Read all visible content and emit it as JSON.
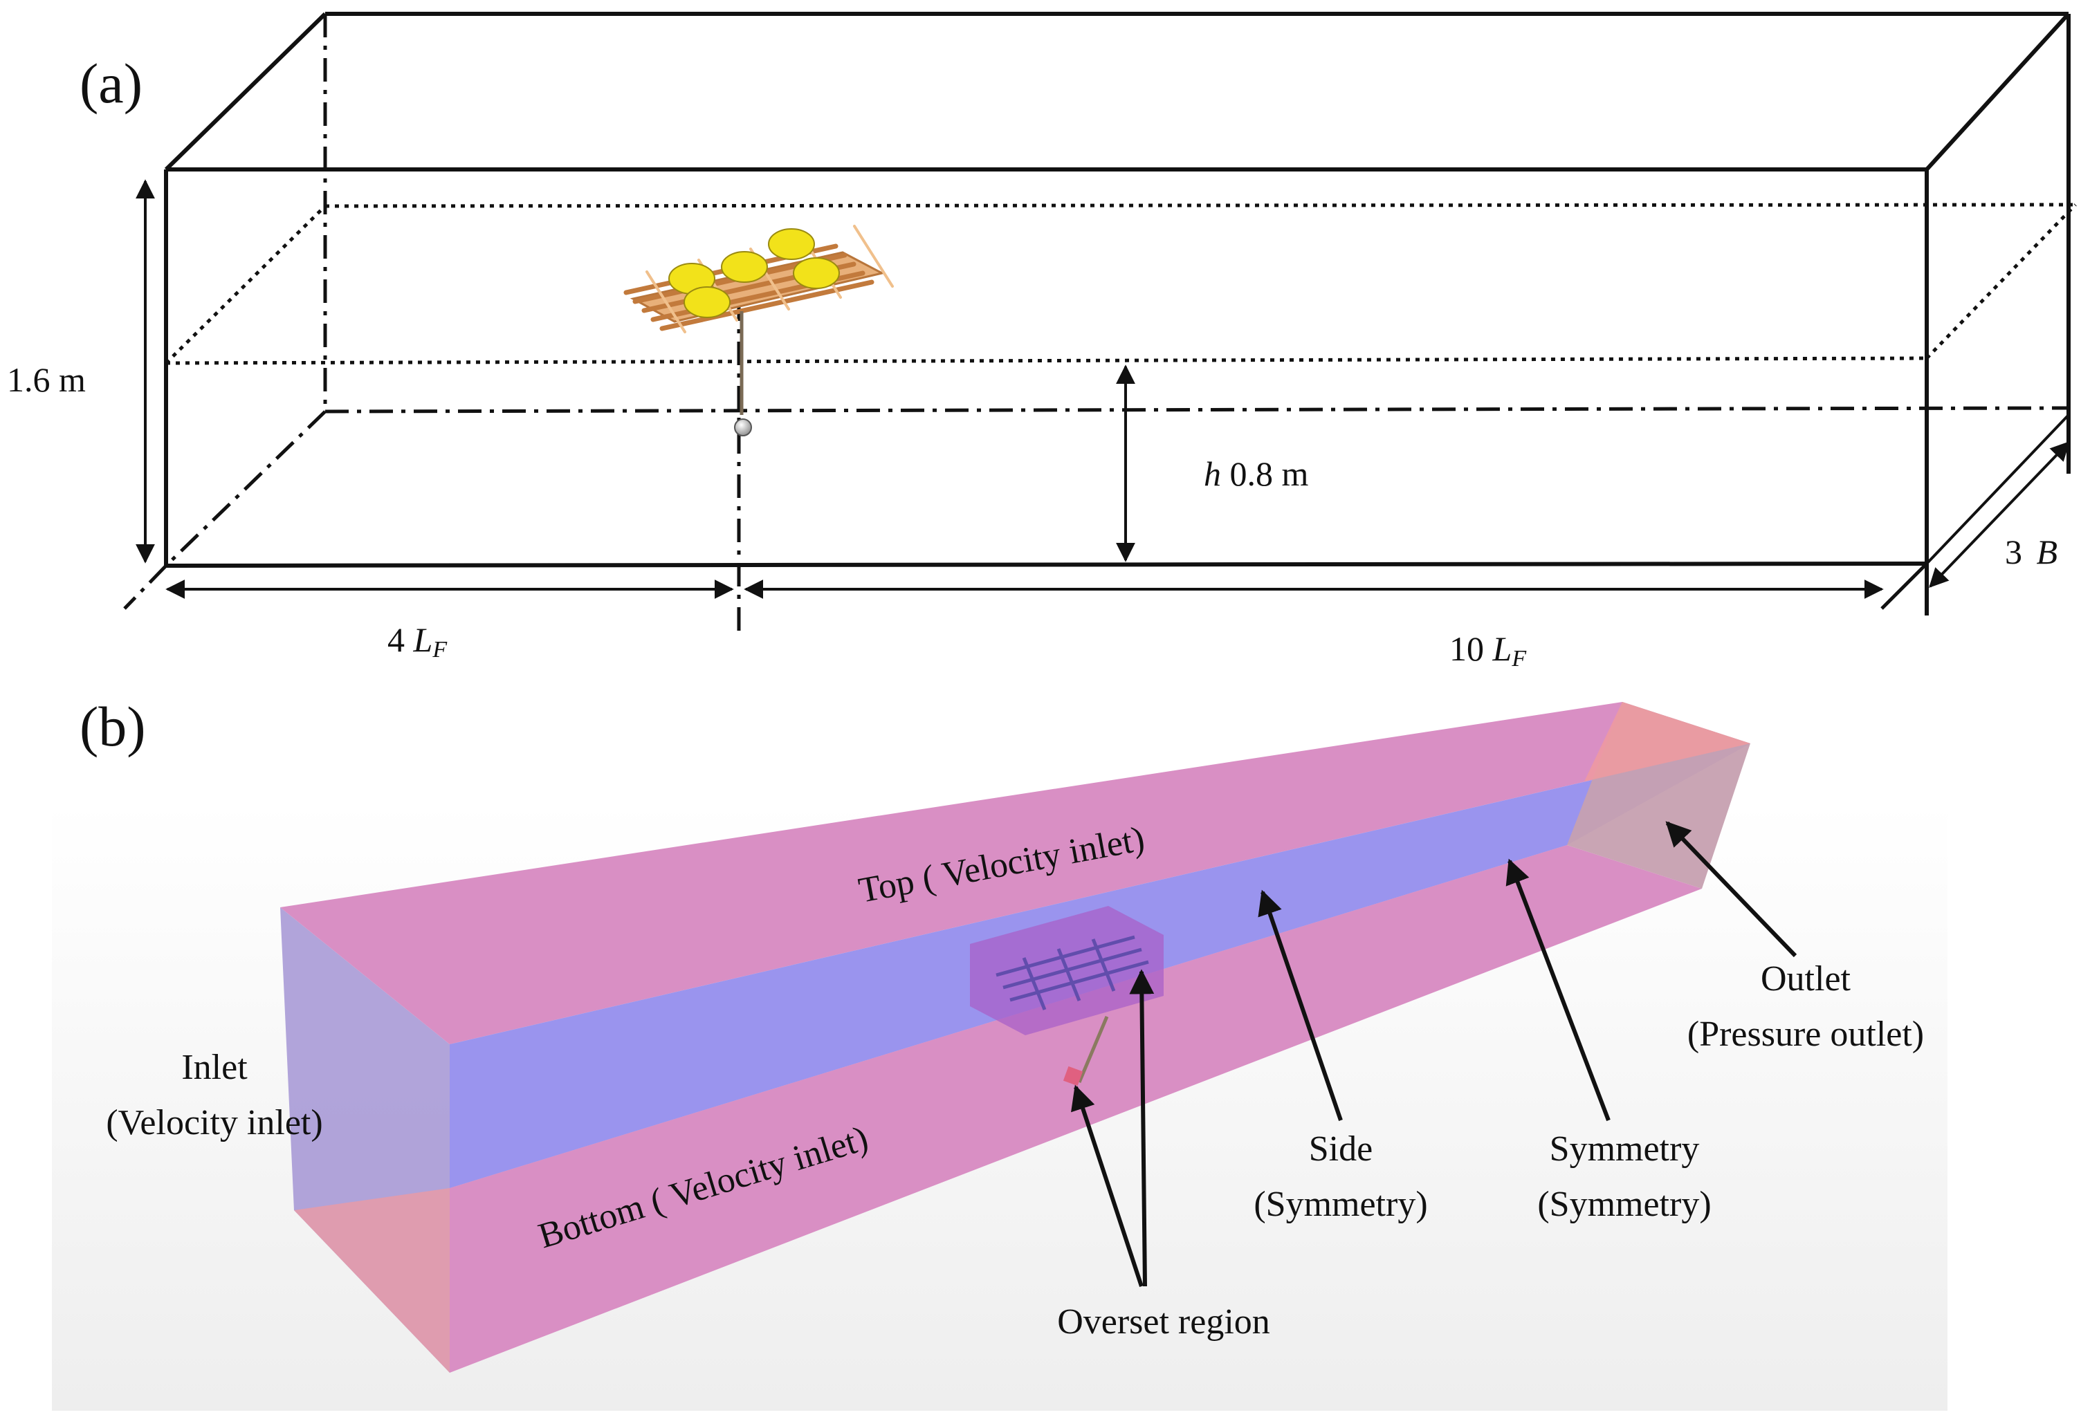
{
  "panel_a": {
    "label": "(a)",
    "height_label": "1.6 m",
    "depth_symbol": "h",
    "depth_value": "0.8 m",
    "upstream_num": "4",
    "upstream_sym": "L",
    "upstream_sub": "F",
    "downstream_num": "10",
    "downstream_sym": "L",
    "downstream_sub": "F",
    "width_num": "3",
    "width_sym": "B"
  },
  "panel_b": {
    "label": "(b)",
    "top_label": "Top ( Velocity inlet)",
    "bottom_label": "Bottom ( Velocity inlet)",
    "inlet_line1": "Inlet",
    "inlet_line2": "(Velocity inlet)",
    "outlet_line1": "Outlet",
    "outlet_line2": "(Pressure outlet)",
    "side_line1": "Side",
    "side_line2": "(Symmetry)",
    "sym_line1": "Symmetry",
    "sym_line2": "(Symmetry)",
    "overset_label": "Overset region"
  },
  "colors": {
    "pink": "#d98fc4",
    "blue": "#8f8cf0",
    "salmon": "#ef9aa0",
    "float_wood": "#e0a56a",
    "float_buoy": "#f2e21a"
  }
}
